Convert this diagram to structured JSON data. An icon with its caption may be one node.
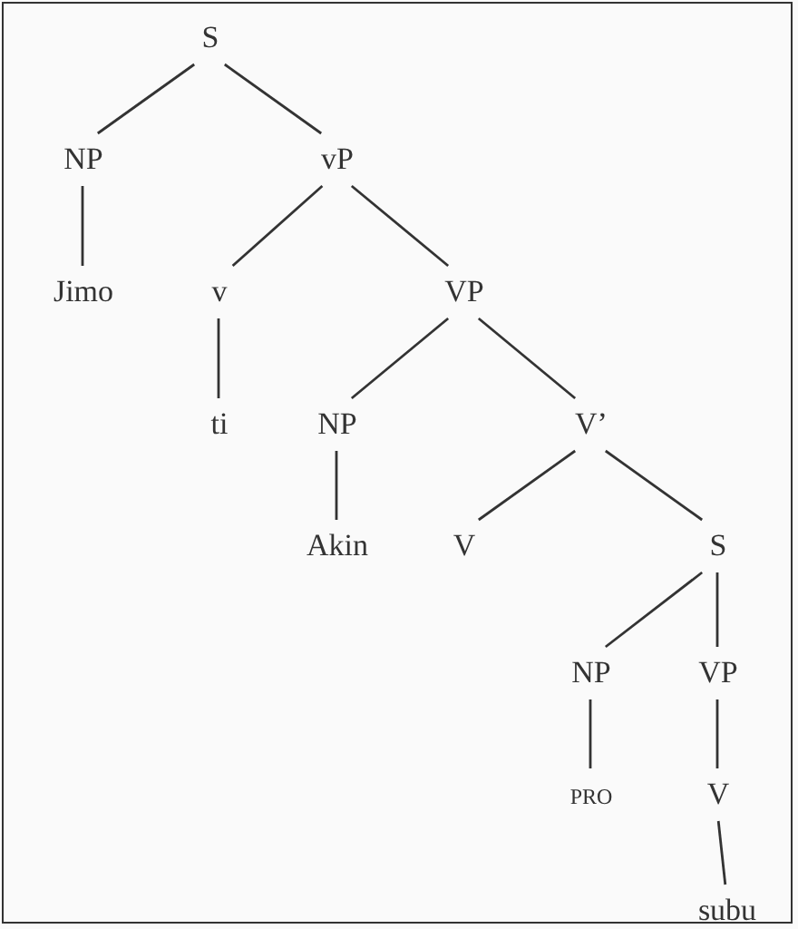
{
  "diagram": {
    "nodes": [
      {
        "text": [
          "S"
        ]
      },
      {
        "text": [
          "NP"
        ]
      },
      {
        "text": [
          "vP"
        ]
      },
      {
        "text": [
          "Jimo"
        ]
      },
      {
        "text": [
          "v"
        ]
      },
      {
        "text": [
          "VP"
        ]
      },
      {
        "text": [
          "ti"
        ]
      },
      {
        "text": [
          "NP"
        ]
      },
      {
        "text": [
          "V’"
        ]
      },
      {
        "text": [
          "Akin"
        ]
      },
      {
        "text": [
          "V"
        ]
      },
      {
        "text": [
          "S"
        ]
      },
      {
        "text": [
          "NP"
        ]
      },
      {
        "text": [
          "VP"
        ]
      },
      {
        "text": [
          "pro"
        ]
      },
      {
        "text": [
          "V"
        ]
      },
      {
        "text": [
          "subu"
        ]
      }
    ],
    "edges": [
      {
        "from": 0,
        "to": 1,
        "arrow": "none"
      },
      {
        "from": 0,
        "to": 2,
        "arrow": "none"
      },
      {
        "from": 1,
        "to": 3,
        "arrow": "none"
      },
      {
        "from": 2,
        "to": 4,
        "arrow": "none"
      },
      {
        "from": 2,
        "to": 5,
        "arrow": "none"
      },
      {
        "from": 4,
        "to": 6,
        "arrow": "none"
      },
      {
        "from": 5,
        "to": 7,
        "arrow": "none"
      },
      {
        "from": 5,
        "to": 8,
        "arrow": "none"
      },
      {
        "from": 7,
        "to": 9,
        "arrow": "none"
      },
      {
        "from": 8,
        "to": 10,
        "arrow": "none"
      },
      {
        "from": 8,
        "to": 11,
        "arrow": "none"
      },
      {
        "from": 11,
        "to": 12,
        "arrow": "none"
      },
      {
        "from": 11,
        "to": 13,
        "arrow": "none"
      },
      {
        "from": 12,
        "to": 14,
        "arrow": "none"
      },
      {
        "from": 13,
        "to": 15,
        "arrow": "none"
      },
      {
        "from": 15,
        "to": 16,
        "arrow": "none"
      }
    ]
  }
}
